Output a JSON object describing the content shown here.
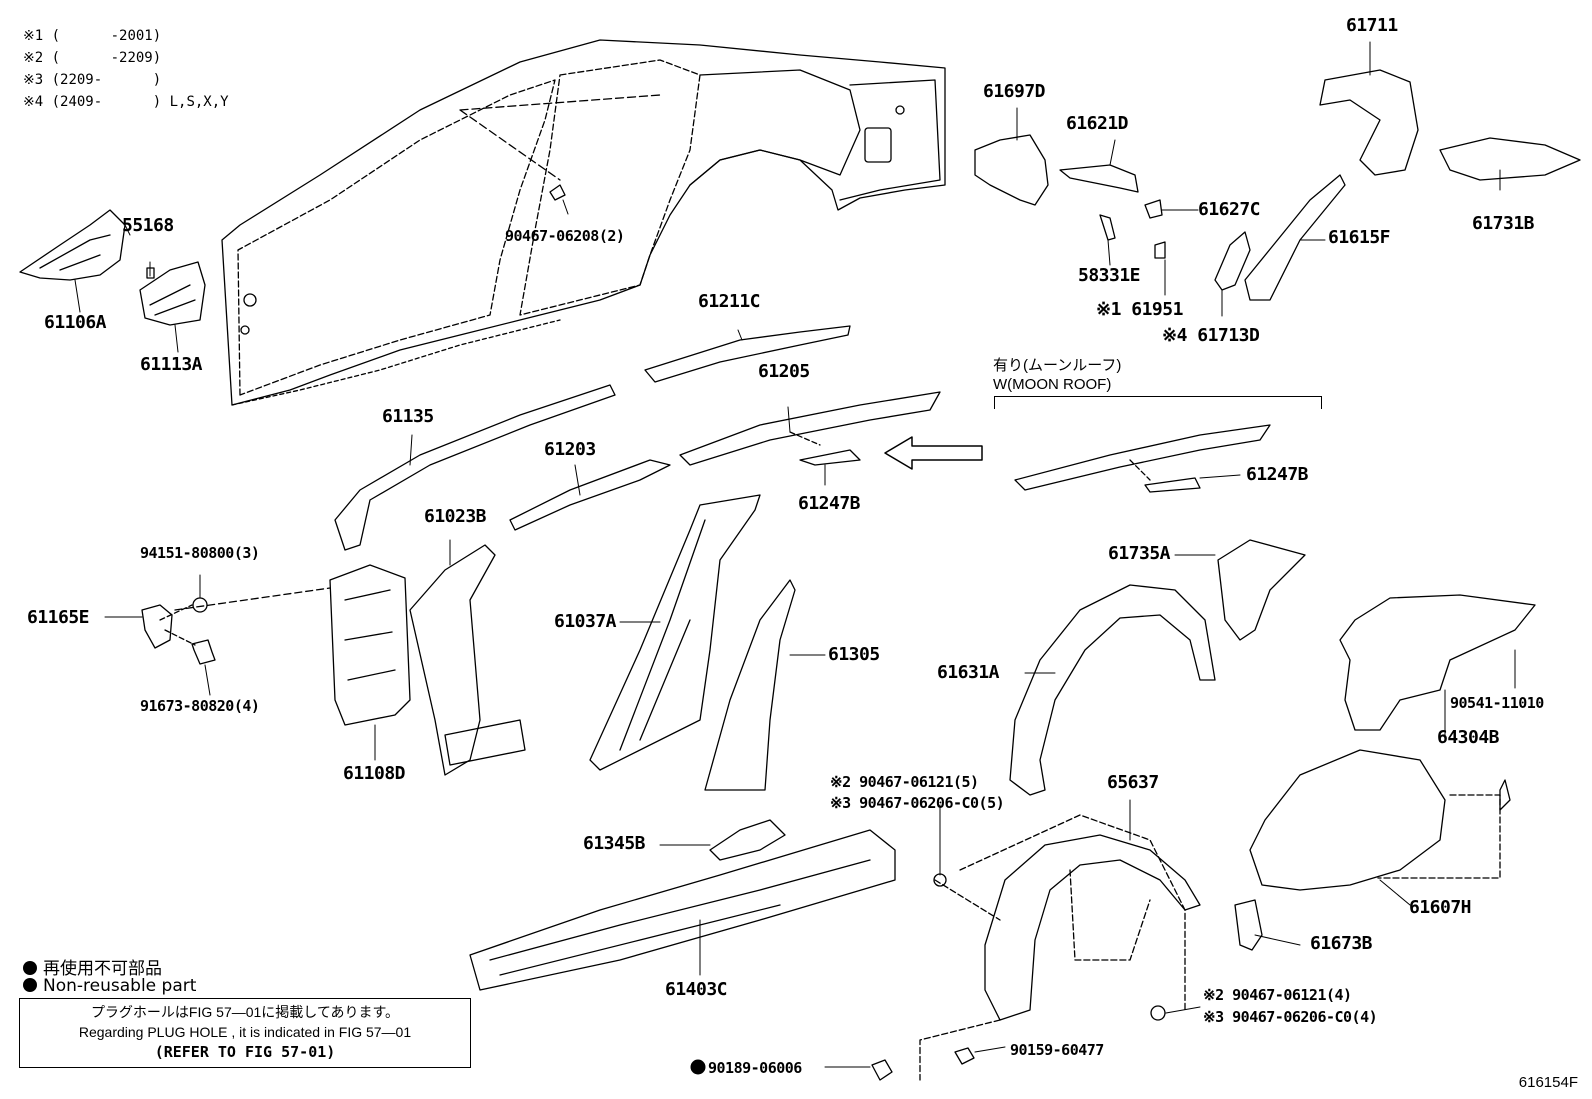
{
  "notes": [
    {
      "mark": "※1",
      "text": "※1 (      -2001)"
    },
    {
      "mark": "※2",
      "text": "※2 (      -2209)"
    },
    {
      "mark": "※3",
      "text": "※3 (2209-      )"
    },
    {
      "mark": "※4",
      "text": "※4 (2409-      ) L,S,X,Y"
    }
  ],
  "callouts": {
    "c61711": "61711",
    "c61697D": "61697D",
    "c61621D": "61621D",
    "c61627C": "61627C",
    "c61615F": "61615F",
    "c61731B": "61731B",
    "c58331E": "58331E",
    "c61951": "※1 61951",
    "c61713D": "※4 61713D",
    "c55168": "55168",
    "c61106A": "61106A",
    "c61113A": "61113A",
    "c90467_06208": "90467-06208(2)",
    "c61211C": "61211C",
    "c61135": "61135",
    "c61205": "61205",
    "c61203": "61203",
    "c61247B_a": "61247B",
    "c61247B_b": "61247B",
    "c61023B": "61023B",
    "c94151": "94151-80800(3)",
    "c61165E": "61165E",
    "c91673": "91673-80820(4)",
    "c61108D": "61108D",
    "c61037A": "61037A",
    "c61305": "61305",
    "c61735A": "61735A",
    "c61631A": "61631A",
    "c90541": "90541-11010",
    "c64304B": "64304B",
    "c90467_06121_5": "※2 90467-06121(5)",
    "c90467_06206_5": "※3 90467-06206-C0(5)",
    "c65637": "65637",
    "c61345B": "61345B",
    "c61607H": "61607H",
    "c61673B": "61673B",
    "c61403C": "61403C",
    "c90467_06121_4": "※2 90467-06121(4)",
    "c90467_06206_4": "※3 90467-06206-C0(4)",
    "c90159": "90159-60477",
    "c90189": "90189-06006"
  },
  "moon_roof": {
    "line1": "有り(ムーンルーフ)",
    "line2": "W(MOON ROOF)"
  },
  "legend": {
    "jp": "再使用不可部品",
    "en": "Non-reusable part"
  },
  "reference": {
    "line1": "プラグホールはFIG 57―01に掲載してあります。",
    "line2": "Regarding  PLUG  HOLE , it is indicated in FIG  57―01",
    "line3": "(REFER TO FIG 57-01)"
  },
  "figure_code": "616154F"
}
